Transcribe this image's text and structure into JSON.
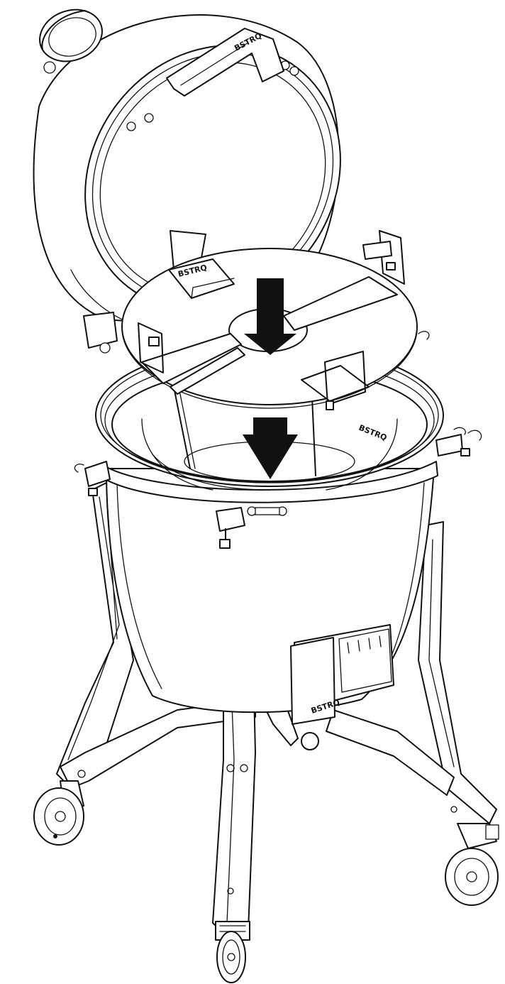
{
  "diagram": {
    "brand_lid": "BSTRQ",
    "brand_deflector": "BSTRQ",
    "brand_bowl": "BSTRQ",
    "brand_vent": "BSTRQ",
    "colors": {
      "line": "#111111",
      "fill": "#ffffff",
      "arrow": "#111111"
    }
  }
}
